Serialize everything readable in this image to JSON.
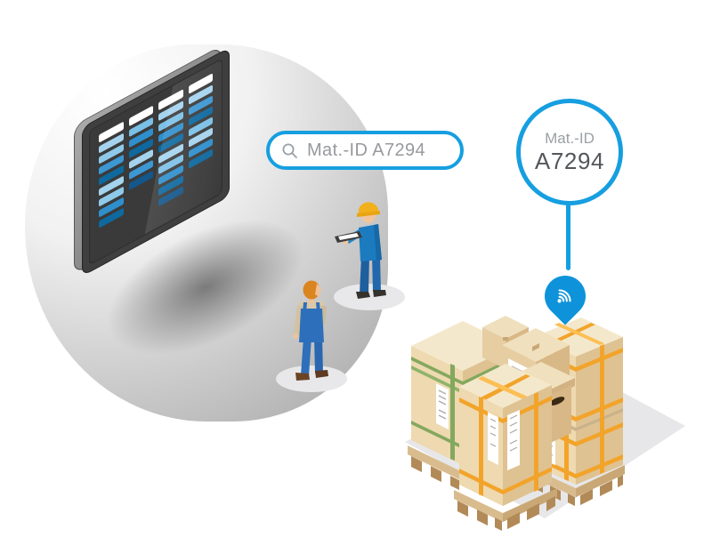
{
  "colors": {
    "accent": "#169fe0",
    "pin_blue": "#0e93da",
    "monitor_face": "#3f3f3f",
    "bar_palette": [
      "#ffffff",
      "#a5d3ee",
      "#7bc0e6",
      "#3d97d3",
      "#2f8fcd",
      "#0e699f",
      "#14578c"
    ]
  },
  "search": {
    "query": "Mat.-ID A7294"
  },
  "bubble": {
    "label": "Mat.-ID",
    "value": "A7294"
  },
  "dashboard": {
    "columns": [
      [
        "#ffffff",
        "#a5d3ee",
        "#8fc9ea",
        "#3d97d3",
        "#0e699f",
        "#a5d3ee",
        "#8fc9ea",
        "#2f8fcd",
        "#0e699f"
      ],
      [
        "#ffffff",
        "#7bc0e6",
        "#2f8fcd",
        "#0e699f",
        "#a5d3ee",
        "#3d97d3",
        "#14578c"
      ],
      [
        "#ffffff",
        "#a5d3ee",
        "#7bc0e6",
        "#2f8fcd",
        "#0e699f",
        "#a5d3ee",
        "#7bc0e6",
        "#2f8fcd",
        "#0e699f",
        "#14578c"
      ],
      [
        "#ffffff",
        "#a5d3ee",
        "#3d97d3",
        "#0e699f",
        "#7bc0e6",
        "#a5d3ee",
        "#2f8fcd",
        "#0e699f"
      ]
    ]
  },
  "icons": {
    "search": "magnifier-icon",
    "pin": "location-pin-icon",
    "signal": "wifi-icon"
  }
}
